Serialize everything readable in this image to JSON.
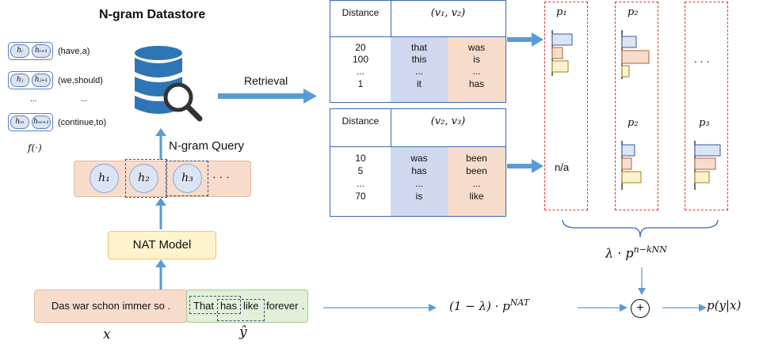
{
  "datastore": {
    "title": "N-gram Datastore",
    "rows": [
      {
        "k1": "h_i",
        "k2": "h_i+1",
        "value": "(have,a)"
      },
      {
        "k1": "h_j",
        "k2": "h_j+1",
        "value": "(we,should)"
      },
      {
        "k1": "h_m",
        "k2": "h_m+1",
        "value": "(continue,to)"
      }
    ],
    "ellipsis": "...",
    "func": "f(·)"
  },
  "labels": {
    "retrieval": "Retrieval",
    "ngram_query": "N-gram Query",
    "nat_model": "NAT Model",
    "source": "Das war schon immer so .",
    "x": "x",
    "yhat": "ŷ",
    "na": "n/a",
    "hidden_dots": "· · ·",
    "col_dots": ". . ."
  },
  "target_tokens": [
    "That",
    "has",
    "like",
    "forever",
    "."
  ],
  "hidden": [
    "h1",
    "h2",
    "h3"
  ],
  "table1": {
    "header_left": "Distance",
    "header_right": "(v1, v2)",
    "distance": [
      "20",
      "100",
      "...",
      "1"
    ],
    "col1": [
      "that",
      "this",
      "...",
      "it"
    ],
    "col2": [
      "was",
      "is",
      "...",
      "has"
    ]
  },
  "table2": {
    "header_left": "Distance",
    "header_right": "(v2, v3)",
    "distance": [
      "10",
      "5",
      "...",
      "70"
    ],
    "col1": [
      "was",
      "has",
      "...",
      "is"
    ],
    "col2": [
      "been",
      "been",
      "...",
      "like"
    ]
  },
  "probs": {
    "p1": "p1",
    "p2a": "p2",
    "p2b": "p2",
    "p3": "p3"
  },
  "formulas": {
    "knn": "λ · p^(n−kNN)",
    "nat": "(1 − λ) · p^NAT",
    "plus": "+",
    "out": "p(y|x)"
  },
  "colors": {
    "blue": "#5b9bd5",
    "peach": "#f8dccb",
    "lavender": "#cfd8ee",
    "green": "#e2efd9",
    "yellow": "#fff2cc",
    "red": "#e03030"
  }
}
